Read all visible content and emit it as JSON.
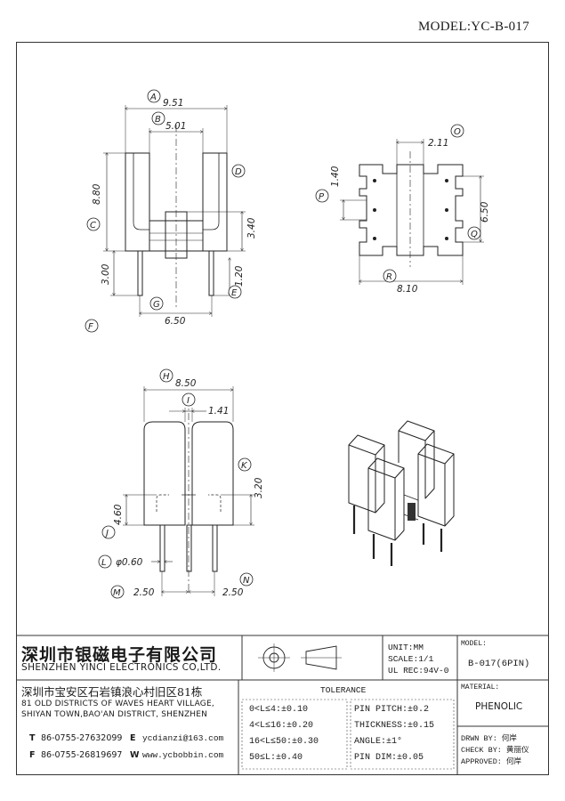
{
  "model": "MODEL:YC-B-017",
  "dimensions": {
    "A": "9.51",
    "B": "5.01",
    "C": "8.80",
    "D": "3.40",
    "E": "1.20",
    "F": "3.00",
    "G": "6.50",
    "H": "8.50",
    "I": "1.41",
    "J": "4.60",
    "K": "3.20",
    "L": "φ0.60",
    "M": "2.50",
    "N": "2.50",
    "O": "2.11",
    "P": "1.40",
    "Q": "6.50",
    "R": "8.10"
  },
  "callouts": [
    "A",
    "B",
    "C",
    "D",
    "E",
    "F",
    "G",
    "H",
    "I",
    "J",
    "K",
    "L",
    "M",
    "N",
    "O",
    "P",
    "Q",
    "R"
  ],
  "company": {
    "name_cn": "深圳市银磁电子有限公司",
    "name_en": "SHENZHEN YINCI ELECTRONICS CO,LTD.",
    "address_cn": "深圳市宝安区石岩镇浪心村旧区81栋",
    "address_en_1": "81 OLD DISTRICTS OF WAVES HEART VILLAGE,",
    "address_en_2": "SHIYAN TOWN,BAO'AN DISTRICT, SHENZHEN",
    "tel_label": "T",
    "tel": "86-0755-27632099",
    "fax_label": "F",
    "fax": "86-0755-26819697",
    "email_label": "E",
    "email": "ycdianzi@163.com",
    "web_label": "W",
    "web": "www.ycbobbin.com"
  },
  "specs": {
    "unit": "UNIT:MM",
    "scale": "SCALE:1/1",
    "ul_rec": "UL REC:94V-0",
    "model_label": "MODEL:",
    "model_value": "B-017(6PIN)",
    "material_label": "MATERIAL:",
    "material_value": "PHENOLIC"
  },
  "tolerance": {
    "title": "TOLERANCE",
    "left": [
      "0<L≤4:±0.10",
      "4<L≤16:±0.20",
      "16<L≤50:±0.30",
      "50≤L:±0.40"
    ],
    "right": [
      "PIN PITCH:±0.2",
      "THICKNESS:±0.15",
      "ANGLE:±1°",
      "PIN DIM:±0.05"
    ]
  },
  "approvals": {
    "drawn": "DRWN BY: 何岸",
    "check": "CHECK BY: 黄丽仪",
    "approved": "APPROVED: 何岸"
  }
}
